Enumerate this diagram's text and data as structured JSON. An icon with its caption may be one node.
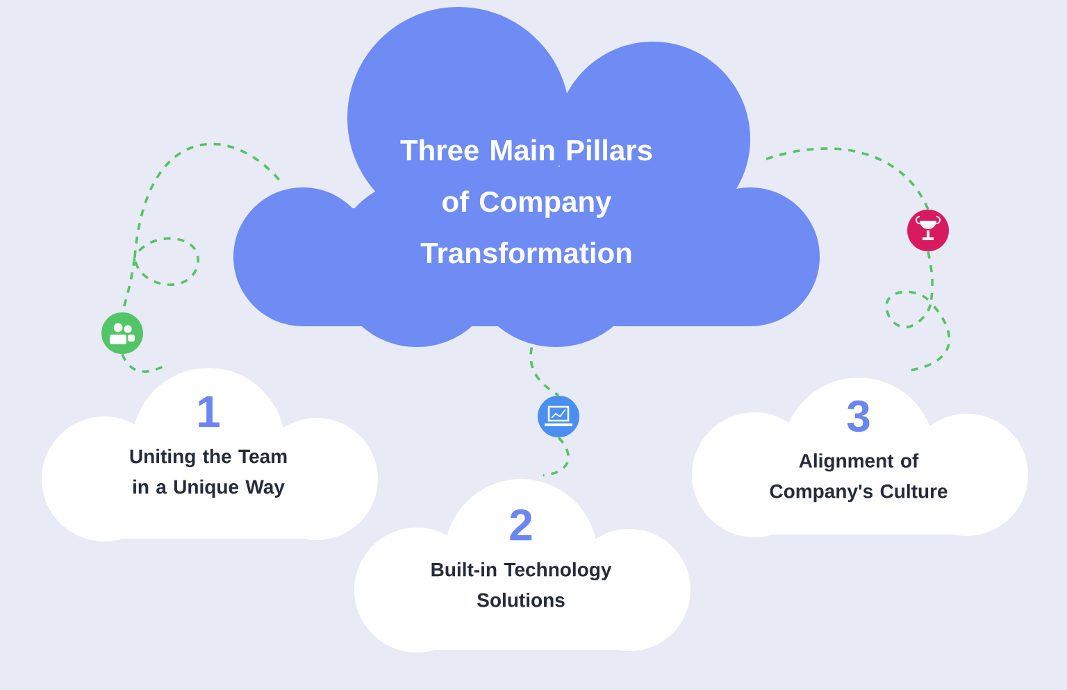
{
  "diagram": {
    "nodes": [
      {
        "text": [
          "Three Main Pillars of Company Transformation"
        ]
      },
      {
        "text": [
          "1",
          "Uniting the Team in a Unique Way"
        ]
      },
      {
        "text": [
          "2",
          "Built-in Technology Solutions"
        ]
      },
      {
        "text": [
          "3",
          "Alignment of Company's Culture"
        ]
      },
      {
        "text": [],
        "shape": "circle"
      },
      {
        "text": [],
        "shape": "circle"
      },
      {
        "text": [],
        "shape": "circle"
      }
    ],
    "edges": [
      {
        "from": 0,
        "to": 4,
        "arrow": "none",
        "style": "dashed"
      },
      {
        "from": 4,
        "to": 1,
        "arrow": "none",
        "style": "dashed"
      },
      {
        "from": 0,
        "to": 5,
        "arrow": "none",
        "style": "dashed"
      },
      {
        "from": 5,
        "to": 2,
        "arrow": "none",
        "style": "dashed"
      },
      {
        "from": 0,
        "to": 6,
        "arrow": "none",
        "style": "dashed"
      },
      {
        "from": 6,
        "to": 3,
        "arrow": "none",
        "style": "dashed"
      }
    ]
  }
}
